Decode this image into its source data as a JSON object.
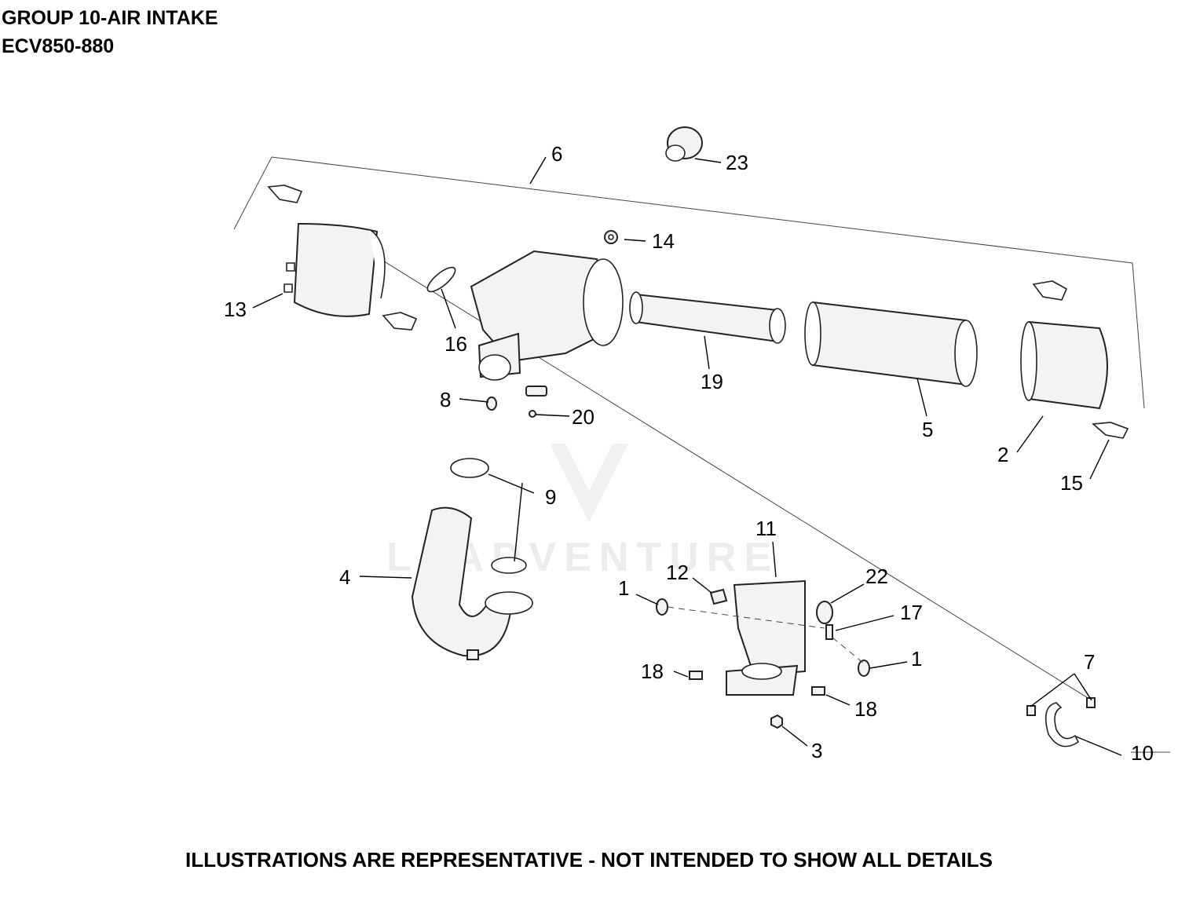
{
  "header": {
    "title": "GROUP 10-AIR INTAKE",
    "subtitle": "ECV850-880"
  },
  "footer": {
    "note": "ILLUSTRATIONS ARE REPRESENTATIVE - NOT INTENDED TO SHOW ALL DETAILS"
  },
  "watermark": {
    "text": "LEADVENTURE"
  },
  "callouts": [
    {
      "id": "c6",
      "text": "6"
    },
    {
      "id": "c23",
      "text": "23"
    },
    {
      "id": "c14",
      "text": "14"
    },
    {
      "id": "c13",
      "text": "13"
    },
    {
      "id": "c16",
      "text": "16"
    },
    {
      "id": "c19",
      "text": "19"
    },
    {
      "id": "c8",
      "text": "8"
    },
    {
      "id": "c20",
      "text": "20"
    },
    {
      "id": "c5",
      "text": "5"
    },
    {
      "id": "c2",
      "text": "2"
    },
    {
      "id": "c15",
      "text": "15"
    },
    {
      "id": "c9",
      "text": "9"
    },
    {
      "id": "c11",
      "text": "11"
    },
    {
      "id": "c4",
      "text": "4"
    },
    {
      "id": "c12",
      "text": "12"
    },
    {
      "id": "c22",
      "text": "22"
    },
    {
      "id": "c1a",
      "text": "1"
    },
    {
      "id": "c17",
      "text": "17"
    },
    {
      "id": "c1b",
      "text": "1"
    },
    {
      "id": "c7",
      "text": "7"
    },
    {
      "id": "c18a",
      "text": "18"
    },
    {
      "id": "c18b",
      "text": "18"
    },
    {
      "id": "c3",
      "text": "3"
    },
    {
      "id": "c10",
      "text": "10"
    }
  ]
}
